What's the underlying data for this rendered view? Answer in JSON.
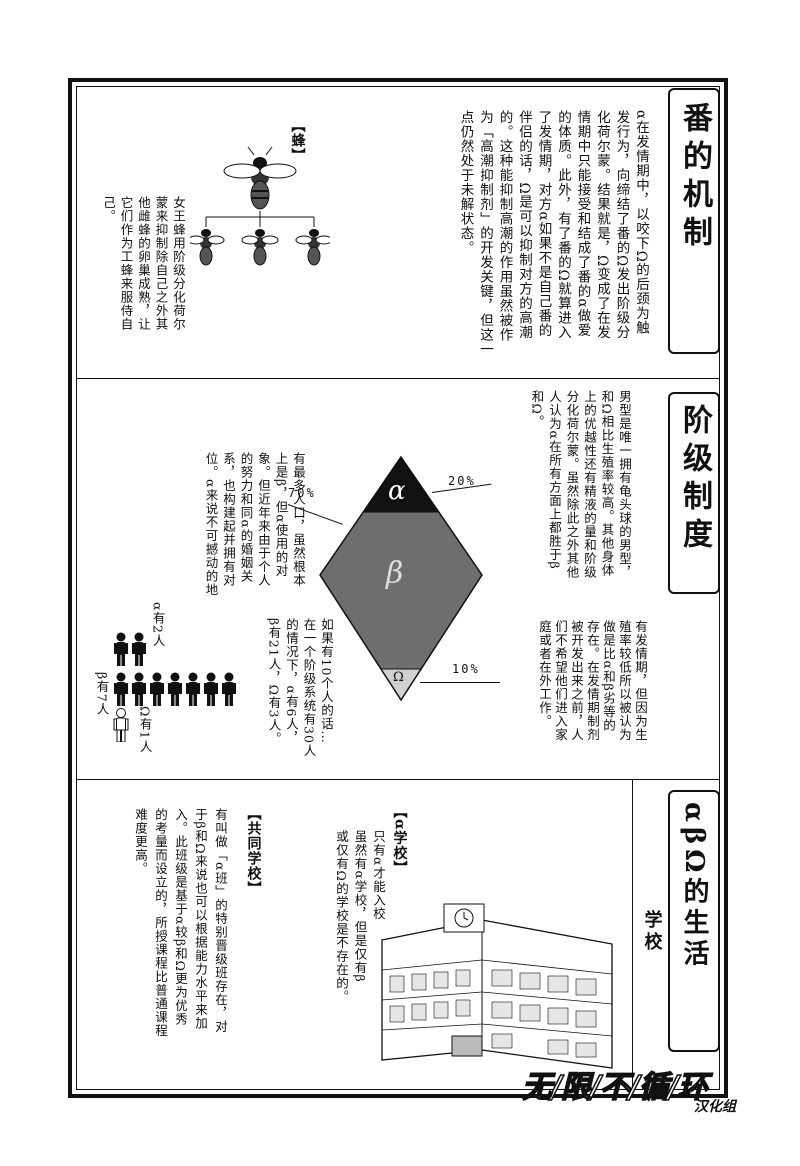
{
  "sections": {
    "mechanism": {
      "title": "番的机制",
      "body": [
        "α在发情期中，以咬下Ω的后颈为触",
        "发行为，向缔结了番的Ω发出阶级分",
        "化荷尔蒙。结果就是，Ω变成了在发",
        "情期中只能接受和结成了番的α做爱",
        "的体质。此外，有了番的Ω就算进入",
        "了发情期，对方α如果不是自己番的",
        "伴侣的话，Ω是可以抑制对方的高潮",
        "的。这种能抑制高潮的作用虽然被作",
        "为「高潮抑制剂」的开发关键，但这一",
        "点仍然处于未解状态。"
      ],
      "bee_label": "【蜂】",
      "bee_caption": [
        "女王蜂用阶级分化荷尔",
        "蒙来抑制除自己之外其",
        "他雌蜂的卵巢成熟，让",
        "它们作为工蜂来服侍自",
        "己。"
      ]
    },
    "caste": {
      "title": "阶级制度",
      "alpha_text": [
        "男型是唯一拥有龟头球的男型，",
        "和Ω相比生殖率较高。其他身体",
        "上的优越性还有精液的量和阶级",
        "分化荷尔蒙。虽然除此之外其他",
        "人认为α在所有方面上都胜于β",
        "和Ω。"
      ],
      "beta_text": [
        "有最多人口，虽然根本",
        "上是β，但α使用的对",
        "象。但近年来由于个人",
        "的努力和同α的婚姻关",
        "系，也构建起并拥有对",
        "位。α来说不可撼动的地"
      ],
      "omega_text": [
        "有发情期，但因为生",
        "殖率较低所以被认为",
        "做是比α和β劣等的",
        "存在。在发情期制剂",
        "被开发出来之前，人",
        "们不希望他们进入家",
        "庭或者在外工作。"
      ],
      "example_text": [
        "如果有10个人的话…",
        "在一个阶级系统有30人",
        "的情况下，α有6人，",
        "β有21人，Ω有3人。"
      ],
      "diamond": {
        "alpha_symbol": "α",
        "beta_symbol": "β",
        "omega_symbol": "Ω",
        "alpha_pct": "20%",
        "beta_pct": "70%",
        "omega_pct": "10%"
      },
      "people": {
        "alpha_count_label": "α有2人",
        "beta_count_label": "β有7人",
        "omega_count_label": "Ω有1人"
      }
    },
    "life": {
      "title": "αβΩ的生活",
      "subtitle": "学校",
      "alpha_school_heading": "【α学校】",
      "alpha_school_text": [
        "只有α才能入校",
        "虽然有α学校，但是仅有β",
        "或仅有Ω的学校是不存在的。"
      ],
      "common_school_heading": "【共同学校】",
      "common_school_text": [
        "有叫做「α班」的特别晋级班存在，对",
        "于β和Ω来说也可以根据能力水平来加",
        "入。此班级是基于α较β和Ω更为优秀",
        "的考量而设立的，所授课程比普通课程",
        "难度更高。"
      ]
    }
  },
  "watermark": {
    "main": "无/限/不/循/环",
    "sub": "汉化组"
  },
  "colors": {
    "ink": "#111111",
    "alpha_fill": "#111111",
    "beta_fill": "#6e6e6e",
    "omega_fill": "#d0d0d0"
  }
}
